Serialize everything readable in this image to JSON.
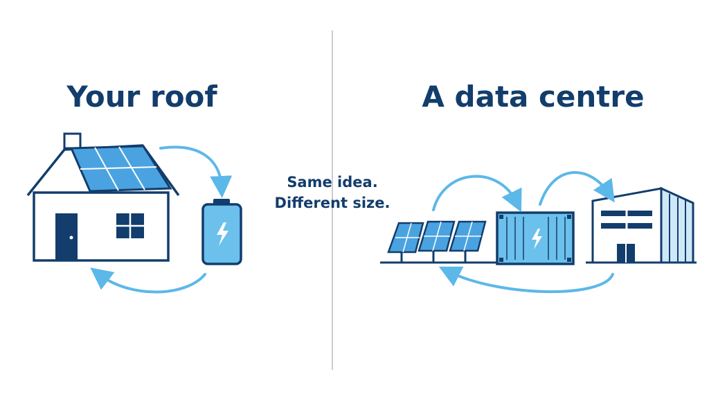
{
  "left_panel": {
    "title": "Your roof",
    "icons": [
      "house-icon",
      "solar-panel-icon",
      "battery-icon",
      "lightning-icon",
      "flow-arrow-icon"
    ]
  },
  "center": {
    "caption_line1": "Same idea.",
    "caption_line2": "Different size."
  },
  "right_panel": {
    "title": "A data centre",
    "icons": [
      "solar-array-icon",
      "battery-container-icon",
      "lightning-icon",
      "data-centre-building-icon",
      "flow-arrow-icon"
    ]
  },
  "colors": {
    "navy": "#123d6c",
    "light_blue": "#5cb8e8",
    "panel_fill": "#4aa3e0",
    "battery_fill": "#6cc0ec",
    "divider": "#c9cbcf"
  }
}
